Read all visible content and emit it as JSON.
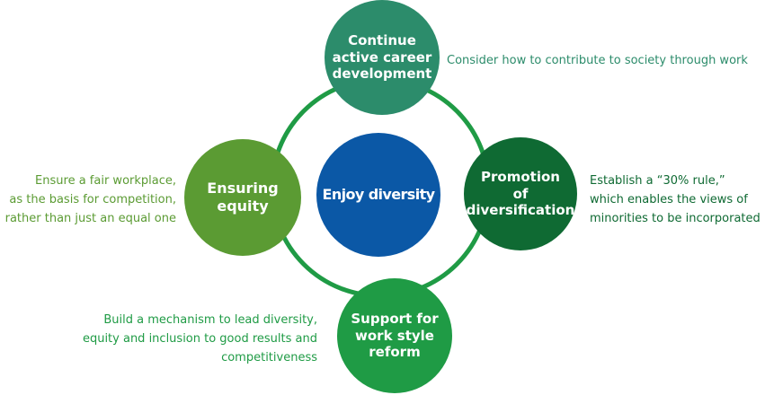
{
  "center": {
    "label": "Enjoy diversity",
    "color": "#0b58a6"
  },
  "ring_color": "#1f9b45",
  "nodes": {
    "top": {
      "label": "Continue\nactive career\ndevelopment",
      "color": "#2c8c6b",
      "note": "Consider how to contribute to society through work",
      "note_color": "#2c8c6b"
    },
    "right": {
      "label": "Promotion\nof\ndiversification",
      "color": "#0f6a33",
      "note": "Establish a “30% rule,”\nwhich enables the views of\nminorities to be incorporated",
      "note_color": "#0f6a33"
    },
    "bottom": {
      "label": "Support for\nwork style\nreform",
      "color": "#1f9b45",
      "note": "Build a mechanism to lead diversity,\nequity and inclusion to good results and\ncompetitiveness",
      "note_color": "#1f9b45"
    },
    "left": {
      "label": "Ensuring\nequity",
      "color": "#5b9b33",
      "note": "Ensure a fair workplace,\nas the basis for competition,\nrather than just an equal one",
      "note_color": "#5b9b33"
    }
  }
}
